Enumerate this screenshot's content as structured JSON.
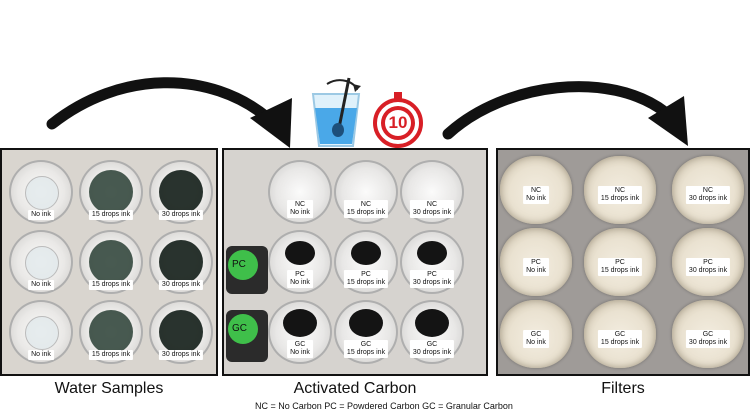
{
  "panels": {
    "water": {
      "title": "Water Samples",
      "labels": [
        "No ink",
        "15 drops ink",
        "30 drops ink",
        "No ink",
        "15 drops ink",
        "30 drops ink",
        "No ink",
        "15 drops ink",
        "30 drops ink"
      ]
    },
    "carbon": {
      "title": "Activated Carbon",
      "bottle_labels": [
        "PC",
        "GC"
      ],
      "labels": [
        {
          "line1": "NC",
          "line2": "No ink"
        },
        {
          "line1": "NC",
          "line2": "15 drops ink"
        },
        {
          "line1": "NC",
          "line2": "30 drops ink"
        },
        {
          "line1": "PC",
          "line2": "No ink"
        },
        {
          "line1": "PC",
          "line2": "15 drops ink"
        },
        {
          "line1": "PC",
          "line2": "30 drops ink"
        },
        {
          "line1": "GC",
          "line2": "No ink"
        },
        {
          "line1": "GC",
          "line2": "15 drops ink"
        },
        {
          "line1": "GC",
          "line2": "30 drops ink"
        }
      ]
    },
    "filters": {
      "title": "Filters",
      "labels": [
        {
          "line1": "NC",
          "line2": "No ink"
        },
        {
          "line1": "NC",
          "line2": "15 drops ink"
        },
        {
          "line1": "NC",
          "line2": "30 drops ink"
        },
        {
          "line1": "PC",
          "line2": "No ink"
        },
        {
          "line1": "PC",
          "line2": "15 drops ink"
        },
        {
          "line1": "PC",
          "line2": "30 drops ink"
        },
        {
          "line1": "GC",
          "line2": "No ink"
        },
        {
          "line1": "GC",
          "line2": "15 drops ink"
        },
        {
          "line1": "GC",
          "line2": "30 drops ink"
        }
      ]
    }
  },
  "timer": {
    "value": "10"
  },
  "legend": "NC = No Carbon  PC = Powdered Carbon GC = Granular Carbon",
  "icons": [
    "curved-arrow-icon",
    "stirring-glass-icon",
    "timer-icon",
    "curved-arrow-icon"
  ],
  "colors": {
    "arrow": "#111111",
    "timer_red": "#d81f26",
    "water_blue": "#4aa8e8",
    "ink_dark": "#2c3a33",
    "carbon_black": "#141414",
    "bottle_green": "#3fbf4a"
  }
}
